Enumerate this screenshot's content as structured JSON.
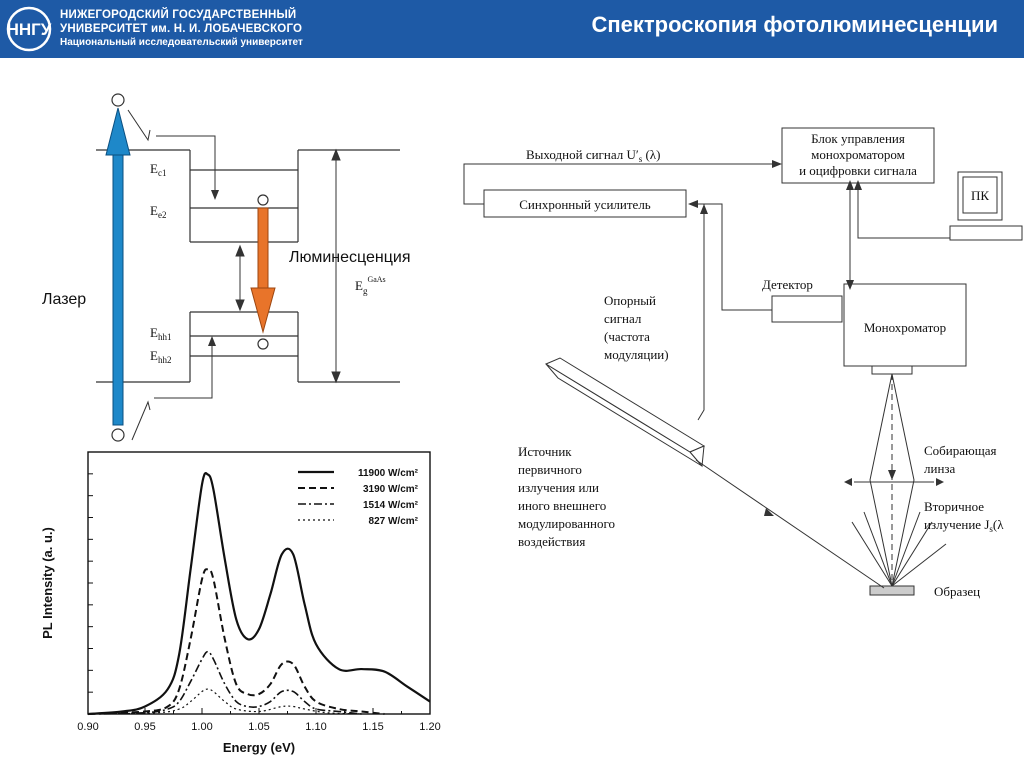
{
  "header": {
    "university_line1": "НИЖЕГОРОДСКИЙ ГОСУДАРСТВЕННЫЙ",
    "university_line2": "УНИВЕРСИТЕТ им. Н. И. ЛОБАЧЕВСКОГО",
    "university_line3": "Национальный исследовательский университет",
    "title": "Спектроскопия фотолюминесценции",
    "brand_color": "#1e5aa6"
  },
  "band_diagram": {
    "laser_label": "Лазер",
    "luminescence_label": "Люминесценция",
    "ec1": "E",
    "ec1_sub": "c1",
    "ec2": "E",
    "ec2_sub": "e2",
    "ehh1": "E",
    "ehh1_sub": "hh1",
    "ehh2": "E",
    "ehh2_sub": "hh2",
    "eg": "E",
    "eg_sub": "g",
    "eg_sup": "GaAs",
    "laser_color": "#1e88c9",
    "luminescence_color": "#e8742a"
  },
  "setup": {
    "output_signal": "Выходной сигнал U′",
    "output_signal_sub": "s",
    "output_signal_tail": " (λ)",
    "control_block_1": "Блок управления",
    "control_block_2": "монохроматором",
    "control_block_3": "и оцифровки сигнала",
    "pc": "ПК",
    "lockin": "Синхронный усилитель",
    "detector": "Детектор",
    "monochromator": "Монохроматор",
    "reference_1": "Опорный",
    "reference_2": "сигнал",
    "reference_3": "(частота",
    "reference_4": "модуляции)",
    "source_1": "Источник",
    "source_2": "первичного",
    "source_3": "излучения или",
    "source_4": "иного внешнего",
    "source_5": "модулированного",
    "source_6": "воздействия",
    "lens_1": "Собирающая",
    "lens_2": "линза",
    "secondary_1": "Вторичное",
    "secondary_2": "излучение J",
    "secondary_sub": "s",
    "secondary_tail": "(λ",
    "sample": "Образец"
  },
  "chart_data": {
    "type": "line",
    "xlabel": "Energy (eV)",
    "ylabel": "PL Intensity (a. u.)",
    "xlim": [
      0.9,
      1.2
    ],
    "ylim": [
      0,
      1.05
    ],
    "xticks": [
      "0.90",
      "0.95",
      "1.00",
      "1.05",
      "1.10",
      "1.15",
      "1.20"
    ],
    "y_ticks_labeled": false,
    "legend_position": "top-right",
    "series": [
      {
        "name": "11900 W/cm²",
        "style": "solid",
        "x": [
          0.9,
          0.93,
          0.95,
          0.97,
          0.98,
          0.99,
          1.0,
          1.005,
          1.01,
          1.02,
          1.03,
          1.04,
          1.05,
          1.06,
          1.07,
          1.08,
          1.09,
          1.1,
          1.12,
          1.14,
          1.16,
          1.18,
          1.2
        ],
        "y": [
          0.0,
          0.01,
          0.03,
          0.1,
          0.24,
          0.58,
          0.92,
          0.96,
          0.9,
          0.62,
          0.38,
          0.3,
          0.34,
          0.48,
          0.64,
          0.64,
          0.44,
          0.28,
          0.18,
          0.18,
          0.17,
          0.11,
          0.05
        ]
      },
      {
        "name": "3190 W/cm²",
        "style": "dashed",
        "x": [
          0.9,
          0.95,
          0.97,
          0.98,
          0.99,
          1.0,
          1.005,
          1.01,
          1.02,
          1.03,
          1.04,
          1.05,
          1.06,
          1.07,
          1.08,
          1.09,
          1.1,
          1.12,
          1.14,
          1.16
        ],
        "y": [
          0.0,
          0.01,
          0.03,
          0.1,
          0.3,
          0.54,
          0.58,
          0.54,
          0.3,
          0.12,
          0.08,
          0.08,
          0.12,
          0.2,
          0.2,
          0.11,
          0.05,
          0.02,
          0.01,
          0.0
        ]
      },
      {
        "name": "1514 W/cm²",
        "style": "dash-dot",
        "x": [
          0.9,
          0.95,
          0.97,
          0.98,
          0.99,
          1.0,
          1.005,
          1.01,
          1.02,
          1.03,
          1.04,
          1.05,
          1.06,
          1.07,
          1.08,
          1.09,
          1.1,
          1.12,
          1.14
        ],
        "y": [
          0.0,
          0.005,
          0.02,
          0.05,
          0.13,
          0.22,
          0.25,
          0.22,
          0.12,
          0.05,
          0.03,
          0.03,
          0.05,
          0.09,
          0.09,
          0.05,
          0.02,
          0.01,
          0.0
        ]
      },
      {
        "name": "827 W/cm²",
        "style": "dotted",
        "x": [
          0.9,
          0.96,
          0.98,
          0.99,
          1.0,
          1.005,
          1.01,
          1.02,
          1.03,
          1.05,
          1.07,
          1.08,
          1.09,
          1.11,
          1.14
        ],
        "y": [
          0.0,
          0.005,
          0.02,
          0.05,
          0.09,
          0.1,
          0.09,
          0.05,
          0.02,
          0.01,
          0.03,
          0.03,
          0.02,
          0.005,
          0.0
        ]
      }
    ]
  }
}
